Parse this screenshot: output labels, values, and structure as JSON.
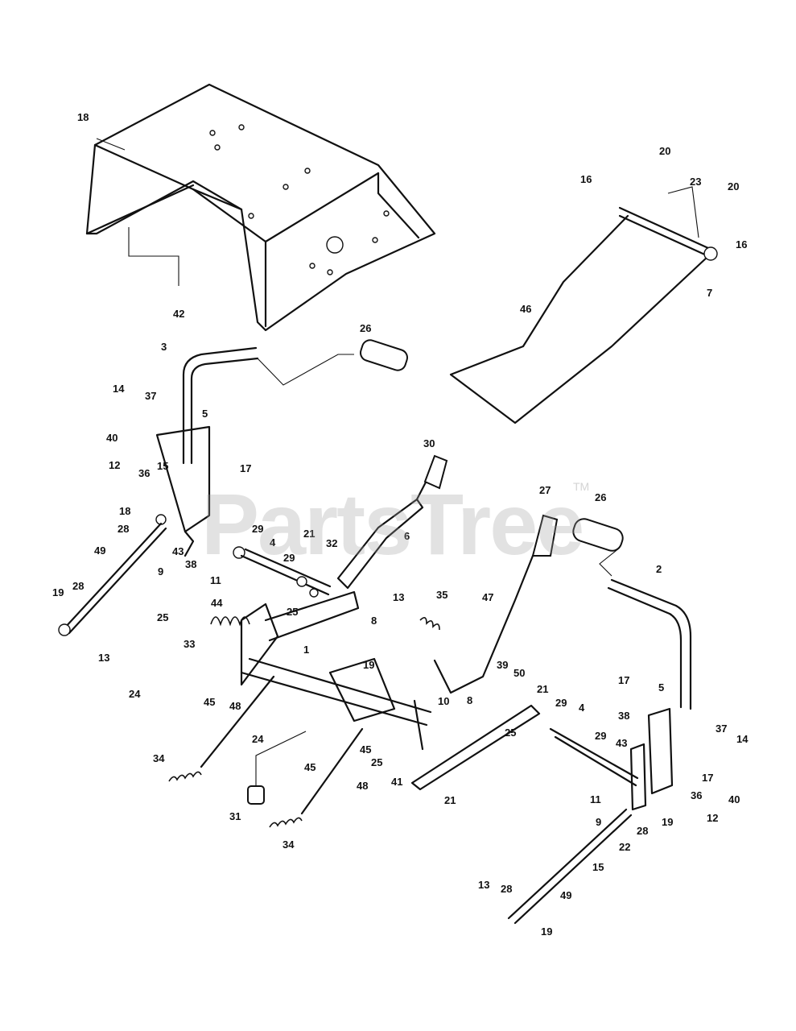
{
  "watermark": {
    "brand": "PartsTree",
    "tm": "TM"
  },
  "callouts": [
    {
      "id": "c18a",
      "text": "18"
    },
    {
      "id": "c42",
      "text": "42"
    },
    {
      "id": "c3",
      "text": "3"
    },
    {
      "id": "c26a",
      "text": "26"
    },
    {
      "id": "c14a",
      "text": "14"
    },
    {
      "id": "c37a",
      "text": "37"
    },
    {
      "id": "c5a",
      "text": "5"
    },
    {
      "id": "c40a",
      "text": "40"
    },
    {
      "id": "c17a",
      "text": "17"
    },
    {
      "id": "c12a",
      "text": "12"
    },
    {
      "id": "c36a",
      "text": "36"
    },
    {
      "id": "c15a",
      "text": "15"
    },
    {
      "id": "c18b",
      "text": "18"
    },
    {
      "id": "c28a",
      "text": "28"
    },
    {
      "id": "c43a",
      "text": "43"
    },
    {
      "id": "c9a",
      "text": "9"
    },
    {
      "id": "c38a",
      "text": "38"
    },
    {
      "id": "c11a",
      "text": "11"
    },
    {
      "id": "c29a",
      "text": "29"
    },
    {
      "id": "c4a",
      "text": "4"
    },
    {
      "id": "c21a",
      "text": "21"
    },
    {
      "id": "c32",
      "text": "32"
    },
    {
      "id": "c6",
      "text": "6"
    },
    {
      "id": "c30",
      "text": "30"
    },
    {
      "id": "c49a",
      "text": "49"
    },
    {
      "id": "c19a",
      "text": "19"
    },
    {
      "id": "c28b",
      "text": "28"
    },
    {
      "id": "c13a",
      "text": "13"
    },
    {
      "id": "c25a",
      "text": "25"
    },
    {
      "id": "c44",
      "text": "44"
    },
    {
      "id": "c33",
      "text": "33"
    },
    {
      "id": "c29b",
      "text": "29"
    },
    {
      "id": "c25b",
      "text": "25"
    },
    {
      "id": "c8a",
      "text": "8"
    },
    {
      "id": "c13b",
      "text": "13"
    },
    {
      "id": "c1",
      "text": "1"
    },
    {
      "id": "c19b",
      "text": "19"
    },
    {
      "id": "c24a",
      "text": "24"
    },
    {
      "id": "c45a",
      "text": "45"
    },
    {
      "id": "c48a",
      "text": "48"
    },
    {
      "id": "c24b",
      "text": "24"
    },
    {
      "id": "c34a",
      "text": "34"
    },
    {
      "id": "c45b",
      "text": "45"
    },
    {
      "id": "c45c",
      "text": "45"
    },
    {
      "id": "c25c",
      "text": "25"
    },
    {
      "id": "c41",
      "text": "41"
    },
    {
      "id": "c10",
      "text": "10"
    },
    {
      "id": "c31",
      "text": "31"
    },
    {
      "id": "c48b",
      "text": "48"
    },
    {
      "id": "c34b",
      "text": "34"
    },
    {
      "id": "c35",
      "text": "35"
    },
    {
      "id": "c47",
      "text": "47"
    },
    {
      "id": "c27",
      "text": "27"
    },
    {
      "id": "c26b",
      "text": "26"
    },
    {
      "id": "c2",
      "text": "2"
    },
    {
      "id": "c20a",
      "text": "20"
    },
    {
      "id": "c16a",
      "text": "16"
    },
    {
      "id": "c23",
      "text": "23"
    },
    {
      "id": "c20b",
      "text": "20"
    },
    {
      "id": "c16b",
      "text": "16"
    },
    {
      "id": "c7",
      "text": "7"
    },
    {
      "id": "c46",
      "text": "46"
    },
    {
      "id": "c39",
      "text": "39"
    },
    {
      "id": "c50",
      "text": "50"
    },
    {
      "id": "c21b",
      "text": "21"
    },
    {
      "id": "c29c",
      "text": "29"
    },
    {
      "id": "c8b",
      "text": "8"
    },
    {
      "id": "c25d",
      "text": "25"
    },
    {
      "id": "c4b",
      "text": "4"
    },
    {
      "id": "c29d",
      "text": "29"
    },
    {
      "id": "c21c",
      "text": "21"
    },
    {
      "id": "c17b",
      "text": "17"
    },
    {
      "id": "c5b",
      "text": "5"
    },
    {
      "id": "c38b",
      "text": "38"
    },
    {
      "id": "c43b",
      "text": "43"
    },
    {
      "id": "c11b",
      "text": "11"
    },
    {
      "id": "c9b",
      "text": "9"
    },
    {
      "id": "c28c",
      "text": "28"
    },
    {
      "id": "c19c",
      "text": "19"
    },
    {
      "id": "c22",
      "text": "22"
    },
    {
      "id": "c15b",
      "text": "15"
    },
    {
      "id": "c37b",
      "text": "37"
    },
    {
      "id": "c14b",
      "text": "14"
    },
    {
      "id": "c17c",
      "text": "17"
    },
    {
      "id": "c40b",
      "text": "40"
    },
    {
      "id": "c36b",
      "text": "36"
    },
    {
      "id": "c12b",
      "text": "12"
    },
    {
      "id": "c49b",
      "text": "49"
    },
    {
      "id": "c13c",
      "text": "13"
    },
    {
      "id": "c28d",
      "text": "28"
    },
    {
      "id": "c19d",
      "text": "19"
    }
  ]
}
